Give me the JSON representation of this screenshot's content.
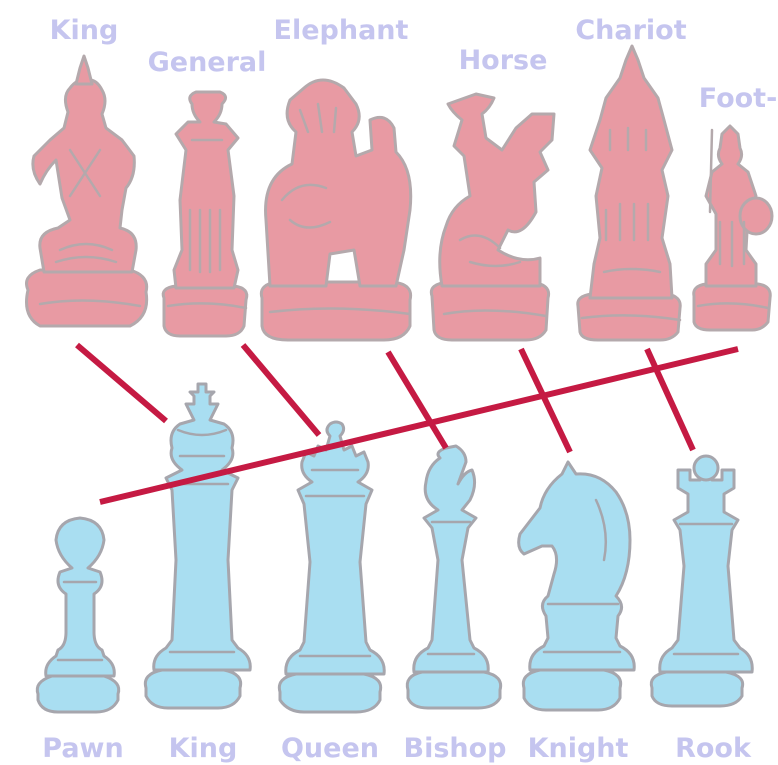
{
  "colors": {
    "label": "#c5c5ef",
    "ancient_piece": "#e89aa3",
    "modern_piece": "#a9def1",
    "outline": "#b0a8ab",
    "connector": "#c51a43"
  },
  "ancient_pieces": [
    {
      "label": "King",
      "icon": "ancient-king-icon"
    },
    {
      "label": "General",
      "icon": "ancient-general-icon"
    },
    {
      "label": "Elephant",
      "icon": "ancient-elephant-icon"
    },
    {
      "label": "Horse",
      "icon": "ancient-horse-icon"
    },
    {
      "label": "Chariot",
      "icon": "ancient-chariot-icon"
    },
    {
      "label": "Foot-",
      "icon": "ancient-foot-soldier-icon"
    }
  ],
  "modern_pieces": [
    {
      "label": "Pawn",
      "icon": "pawn-icon"
    },
    {
      "label": "King",
      "icon": "king-icon"
    },
    {
      "label": "Queen",
      "icon": "queen-icon"
    },
    {
      "label": "Bishop",
      "icon": "bishop-icon"
    },
    {
      "label": "Knight",
      "icon": "knight-icon"
    },
    {
      "label": "Rook",
      "icon": "rook-icon"
    }
  ],
  "connections": [
    {
      "from": "King",
      "to": "King"
    },
    {
      "from": "General",
      "to": "Queen"
    },
    {
      "from": "Elephant",
      "to": "Bishop"
    },
    {
      "from": "Horse",
      "to": "Knight"
    },
    {
      "from": "Chariot",
      "to": "Rook"
    },
    {
      "from": "Foot-",
      "to": "Pawn"
    }
  ]
}
